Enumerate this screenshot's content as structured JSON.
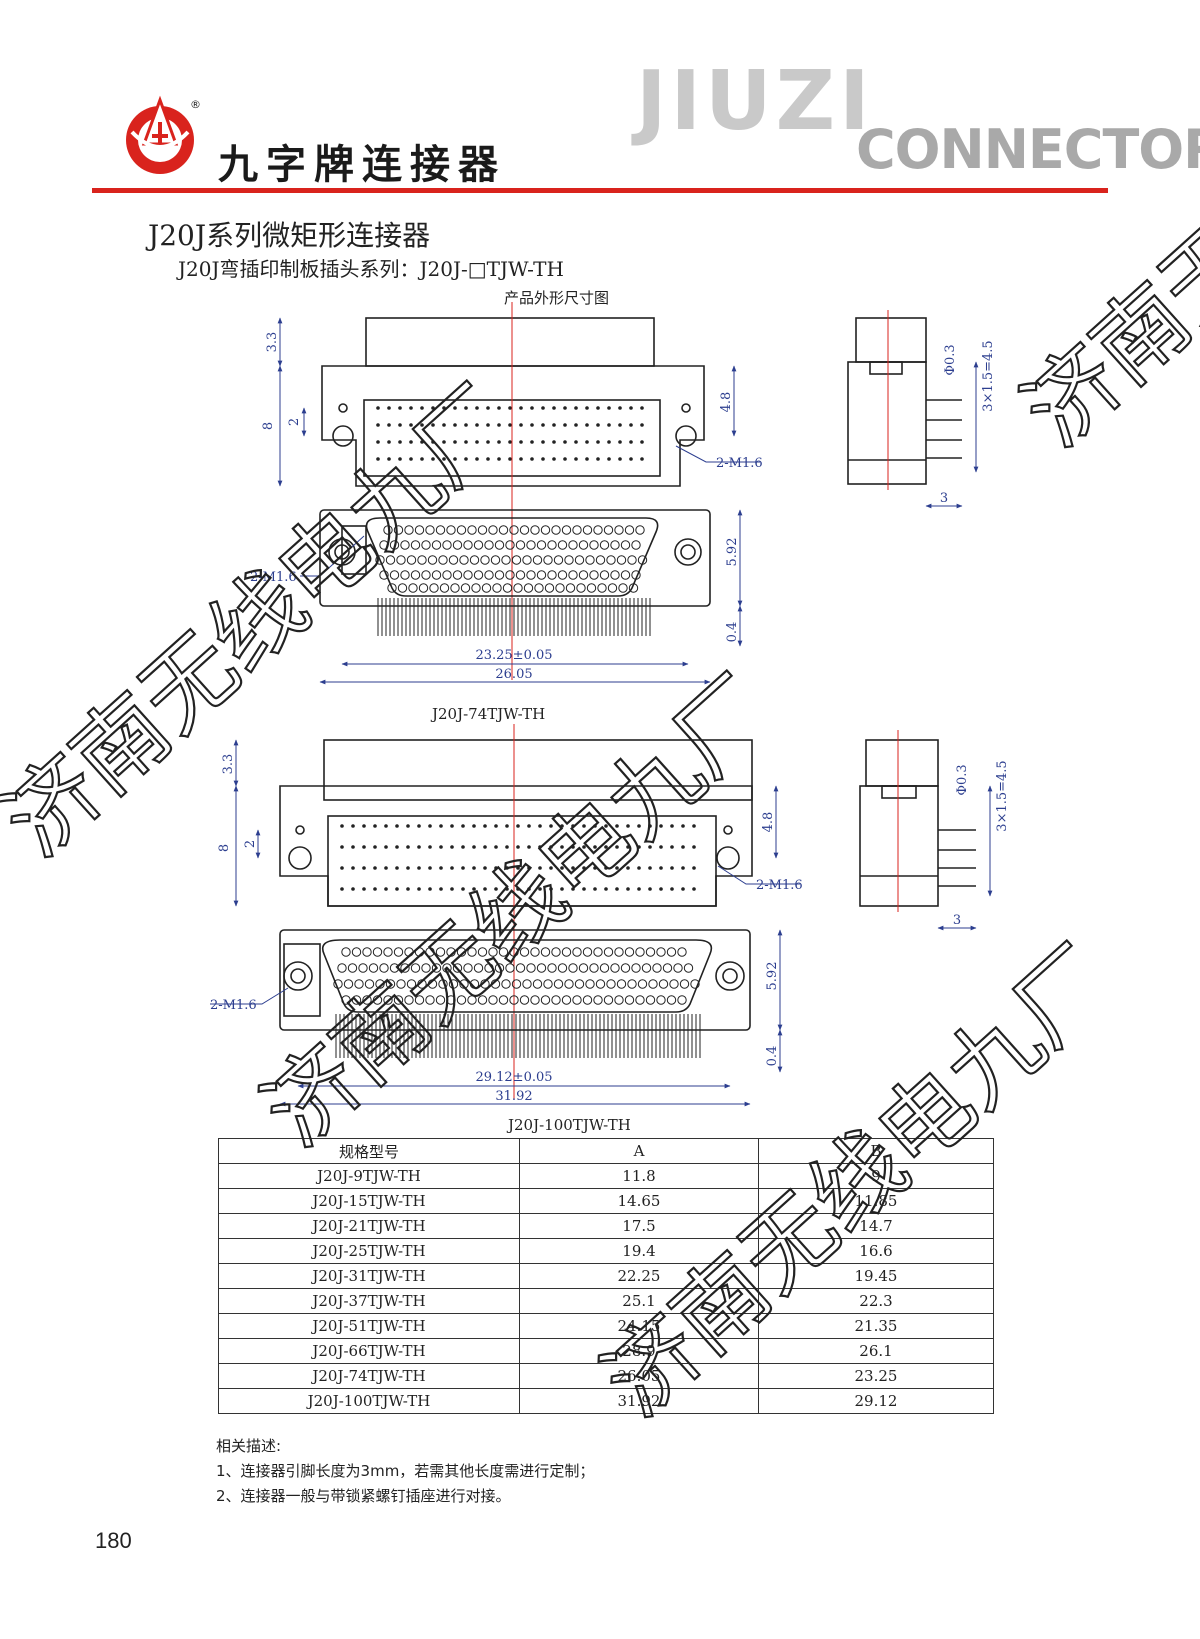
{
  "header": {
    "brand_cn": "九字牌连接器",
    "brand_en_1": "JIUZI",
    "brand_en_2": "CONNECTOR",
    "trademark": "®"
  },
  "titles": {
    "main": "J20J系列微矩形连接器",
    "sub": "J20J弯插印制板插头系列：J20J-□TJW-TH",
    "drawing": "产品外形尺寸图"
  },
  "drawings": [
    {
      "model": "J20J-74TJW-TH",
      "dims": {
        "d33": "3.3",
        "d8": "8",
        "d2": "2",
        "d48": "4.8",
        "screw": "2-M1.6",
        "d592": "5.92",
        "d04": "0.4",
        "width_inner": "23.25±0.05",
        "width_outer": "26.05",
        "phi": "Φ0.3",
        "pitch": "3×1.5=4.5",
        "d3": "3"
      }
    },
    {
      "model": "J20J-100TJW-TH",
      "dims": {
        "d33": "3.3",
        "d8": "8",
        "d2": "2",
        "d48": "4.8",
        "screw": "2-M1.6",
        "d592": "5.92",
        "d04": "0.4",
        "width_inner": "29.12±0.05",
        "width_outer": "31.92",
        "phi": "Φ0.3",
        "pitch": "3×1.5=4.5",
        "d3": "3"
      }
    }
  ],
  "table": {
    "headers": [
      "规格型号",
      "A",
      "B"
    ],
    "rows": [
      [
        "J20J-9TJW-TH",
        "11.8",
        "9"
      ],
      [
        "J20J-15TJW-TH",
        "14.65",
        "11.85"
      ],
      [
        "J20J-21TJW-TH",
        "17.5",
        "14.7"
      ],
      [
        "J20J-25TJW-TH",
        "19.4",
        "16.6"
      ],
      [
        "J20J-31TJW-TH",
        "22.25",
        "19.45"
      ],
      [
        "J20J-37TJW-TH",
        "25.1",
        "22.3"
      ],
      [
        "J20J-51TJW-TH",
        "24.15",
        "21.35"
      ],
      [
        "J20J-66TJW-TH",
        "28.9",
        "26.1"
      ],
      [
        "J20J-74TJW-TH",
        "26.05",
        "23.25"
      ],
      [
        "J20J-100TJW-TH",
        "31.92",
        "29.12"
      ]
    ]
  },
  "notes": {
    "heading": "相关描述:",
    "items": [
      "1、连接器引脚长度为3mm，若需其他长度需进行定制；",
      "2、连接器一般与带锁紧螺钉插座进行对接。"
    ]
  },
  "page_number": "180",
  "watermark": "济南无线电九厂"
}
